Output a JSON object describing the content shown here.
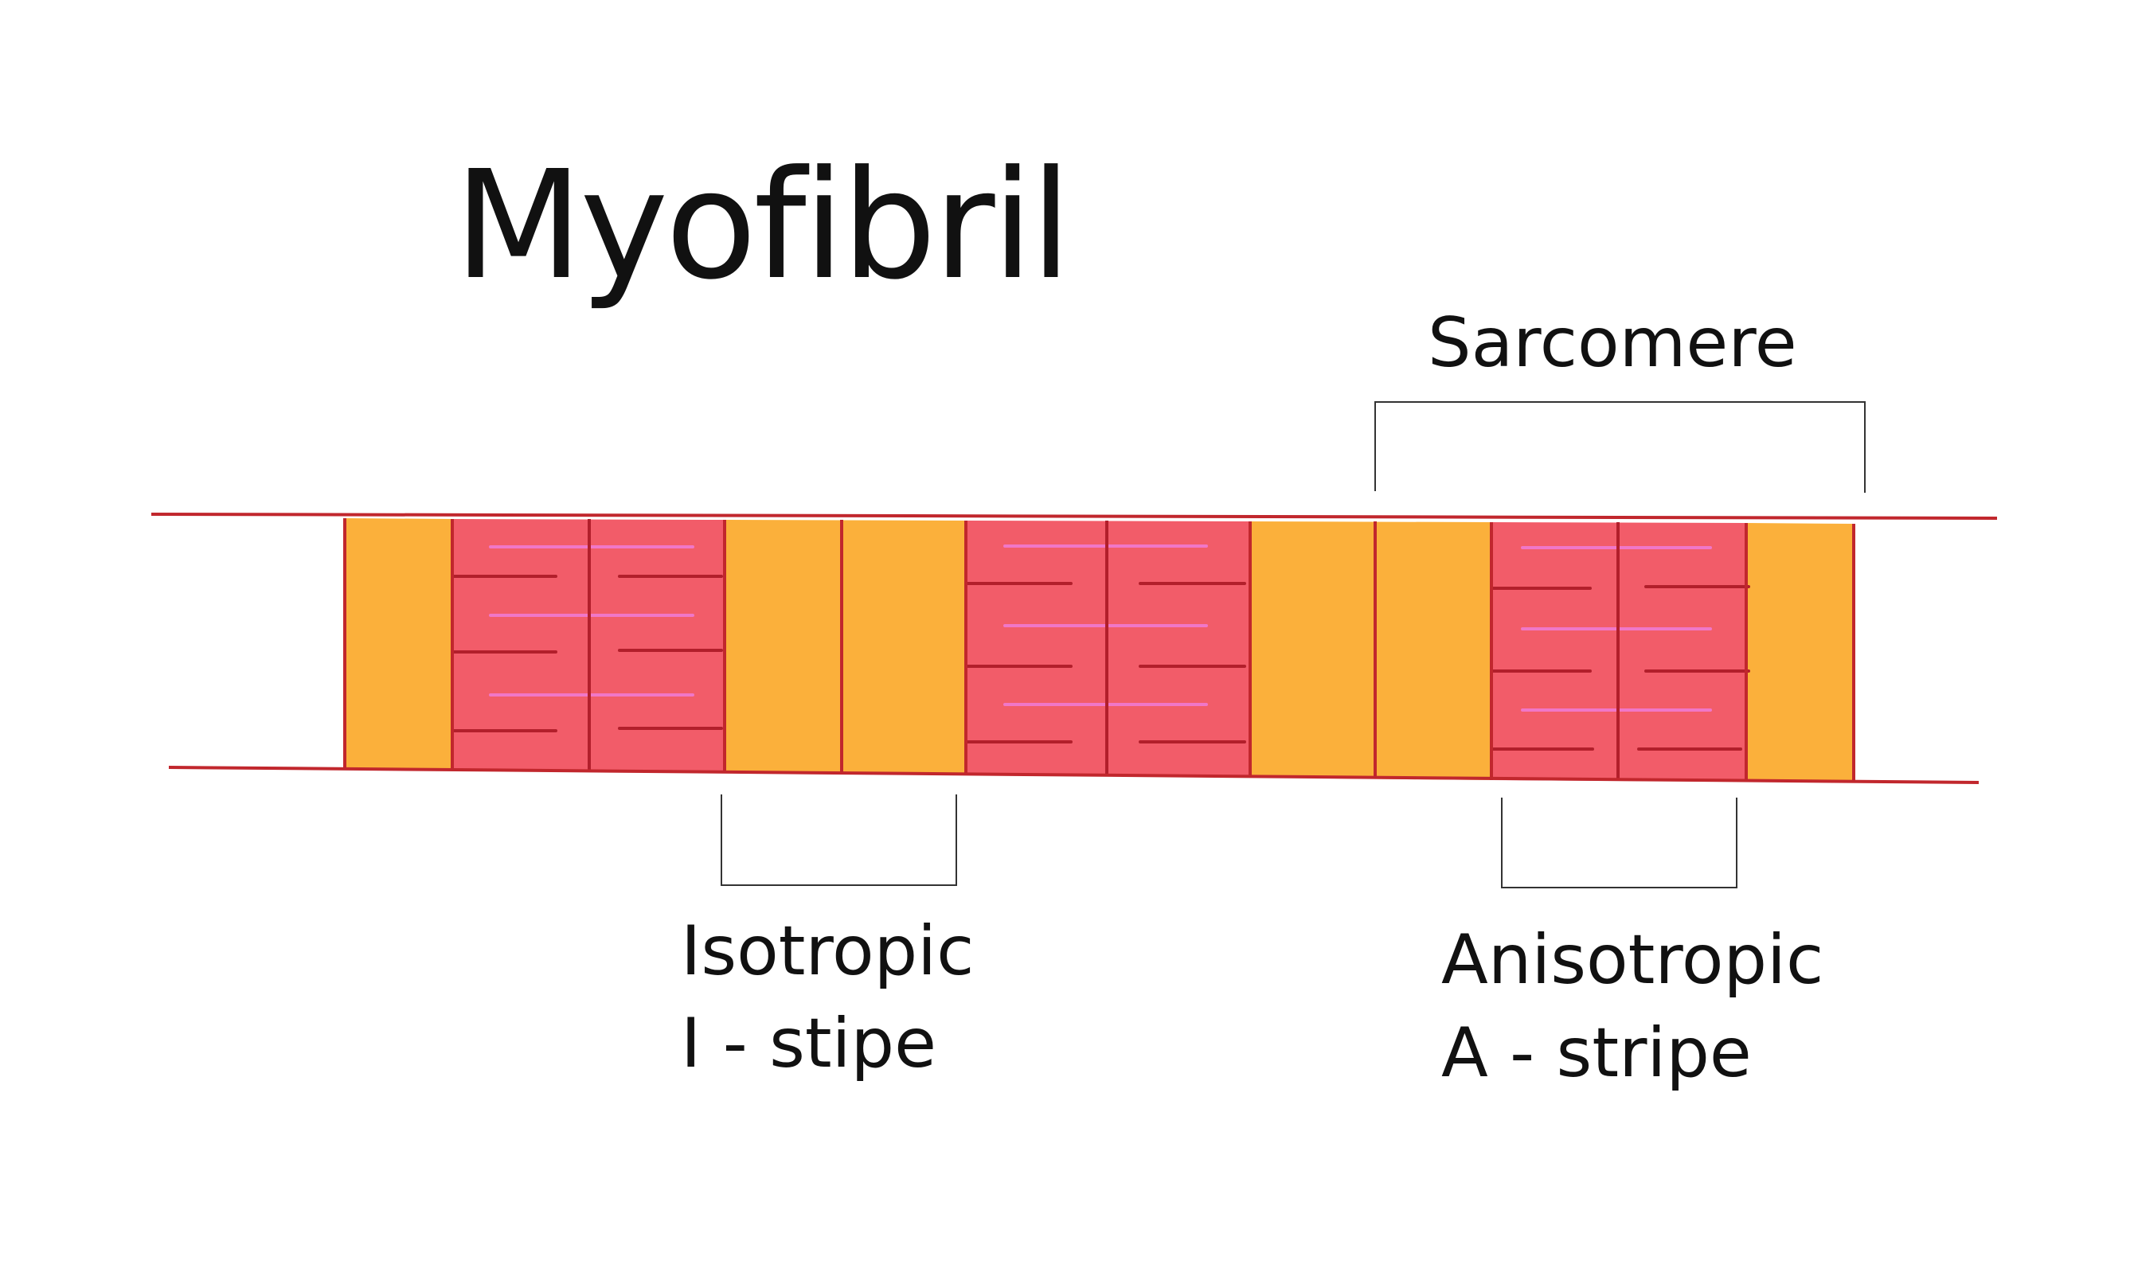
{
  "title": "Myofibril",
  "labels": {
    "sarcomere": "Sarcomere",
    "isotropic_name": "Isotropic",
    "isotropic_abbr": "I - stipe",
    "anisotropic_name": "Anisotropic",
    "anisotropic_abbr": "A - stripe"
  },
  "colors": {
    "i_band": "#FBB03B",
    "a_band": "#F25C69",
    "border": "#C1272D",
    "a_band_divider": "#B21F2B",
    "thin_filament": "#B21F2B",
    "thick_filament": "#F077C8",
    "bracket": "#333333",
    "text": "#111111",
    "background": "#FFFFFF"
  },
  "diagram": {
    "a_bands": 3,
    "i_band_segments": 4
  }
}
